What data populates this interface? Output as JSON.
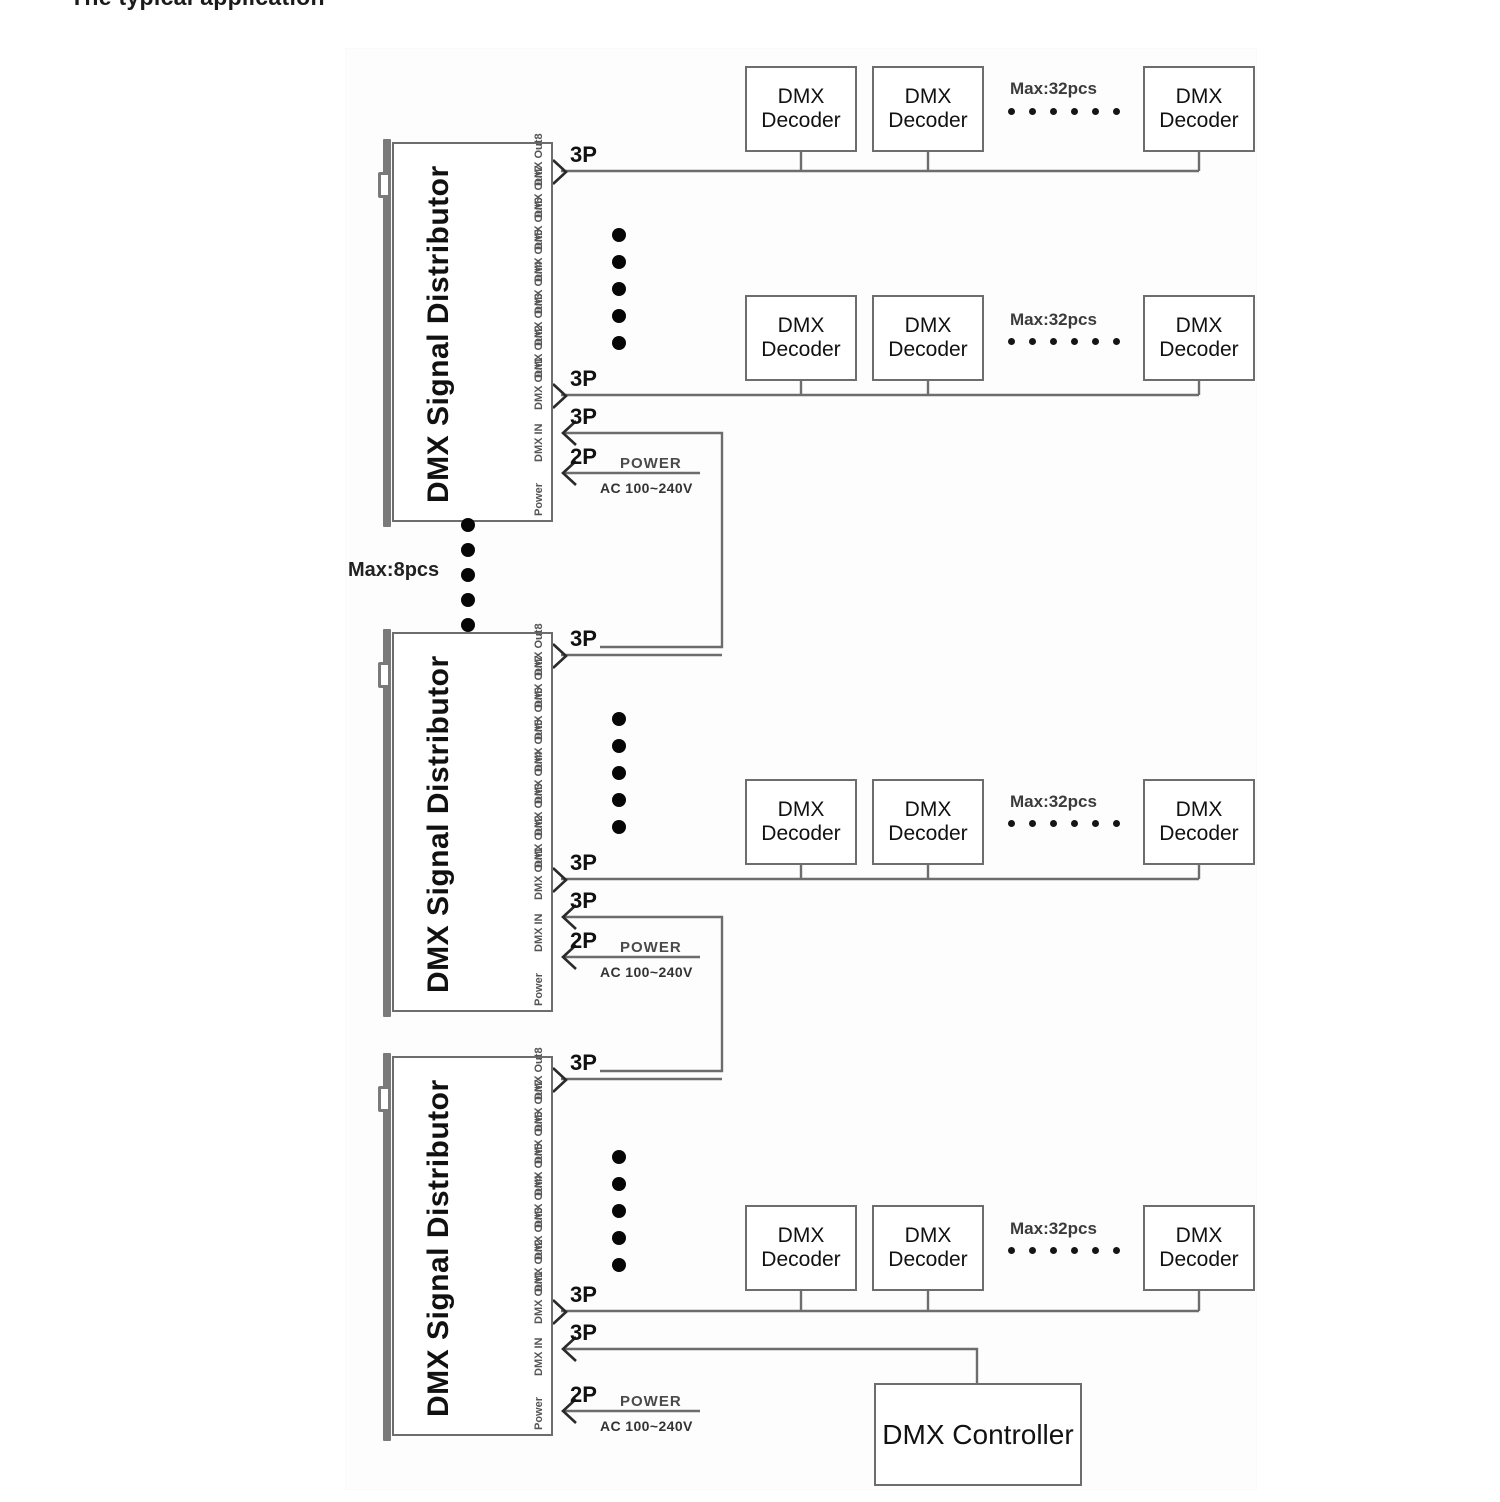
{
  "page": {
    "clipped_heading": "The typical application",
    "background": "#ffffff",
    "line_color": "#6d6d6d",
    "text_color": "#111111"
  },
  "distributor": {
    "title": "DMX Signal Distributor",
    "ports": [
      "Power",
      "DMX IN",
      "DMX Out1",
      "DMX Out2",
      "DMX Out3",
      "DMX Out4",
      "DMX Out5",
      "DMX Out6",
      "DMX Out7",
      "DMX Out8"
    ]
  },
  "distributors": [
    {
      "id": "distributor-1",
      "title": "DMX Signal Distributor"
    },
    {
      "id": "distributor-2",
      "title": "DMX Signal Distributor"
    },
    {
      "id": "distributor-3",
      "title": "DMX Signal Distributor"
    }
  ],
  "decoder": {
    "line1": "DMX",
    "line2": "Decoder"
  },
  "controller": {
    "label": "DMX Controller"
  },
  "labels": {
    "pin_3p": "3P",
    "pin_2p": "2P",
    "power_top": "POWER",
    "power_bottom": "AC 100~240V",
    "max_decoders": "Max:32pcs",
    "max_distributors": "Max:8pcs"
  },
  "chains": [
    {
      "name": "chain-out8-top",
      "source_port": "DMX Out8",
      "pin": "3P",
      "max_label": "Max:32pcs",
      "decoders": [
        "DMX Decoder",
        "DMX Decoder",
        "DMX Decoder"
      ]
    },
    {
      "name": "chain-out1-mid",
      "source_port": "DMX Out1",
      "pin": "3P",
      "max_label": "Max:32pcs",
      "decoders": [
        "DMX Decoder",
        "DMX Decoder",
        "DMX Decoder"
      ]
    }
  ],
  "topology": {
    "cascade_label": "Max:8pcs",
    "controller_feeds": "distributor-3 DMX IN",
    "distributor_chain": "distributor-3 Out1 -> distributor-2 IN -> distributor-2 Out1 -> distributor-1 IN"
  }
}
